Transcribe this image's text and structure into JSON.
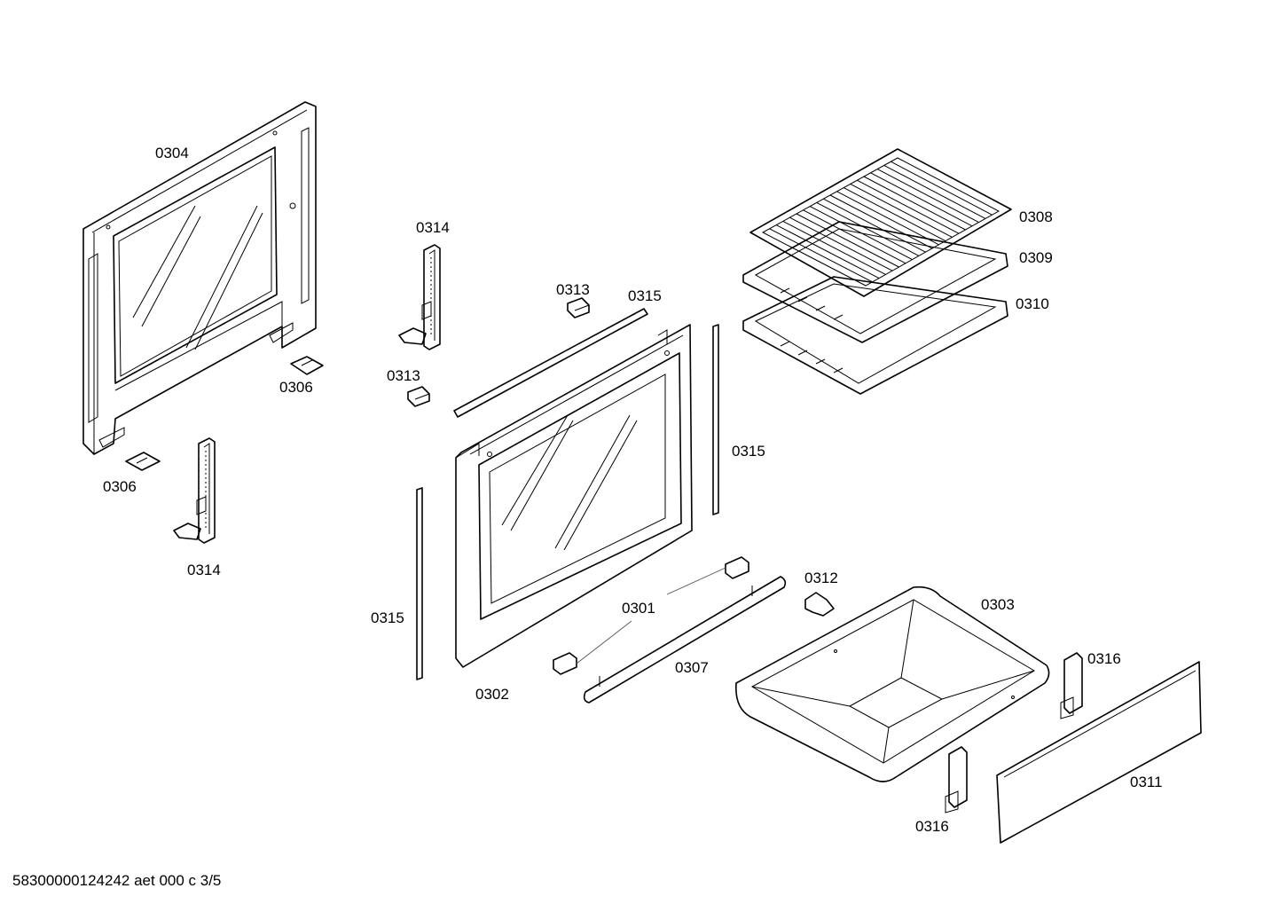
{
  "footer": "58300000124242 aet 000 c 3/5",
  "parts": {
    "p0304": "0304",
    "p0306a": "0306",
    "p0306b": "0306",
    "p0314a": "0314",
    "p0314b": "0314",
    "p0313a": "0313",
    "p0313b": "0313",
    "p0315a": "0315",
    "p0315b": "0315",
    "p0315c": "0315",
    "p0308": "0308",
    "p0309": "0309",
    "p0310": "0310",
    "p0301": "0301",
    "p0302": "0302",
    "p0307": "0307",
    "p0312": "0312",
    "p0303": "0303",
    "p0316a": "0316",
    "p0316b": "0316",
    "p0311": "0311"
  }
}
